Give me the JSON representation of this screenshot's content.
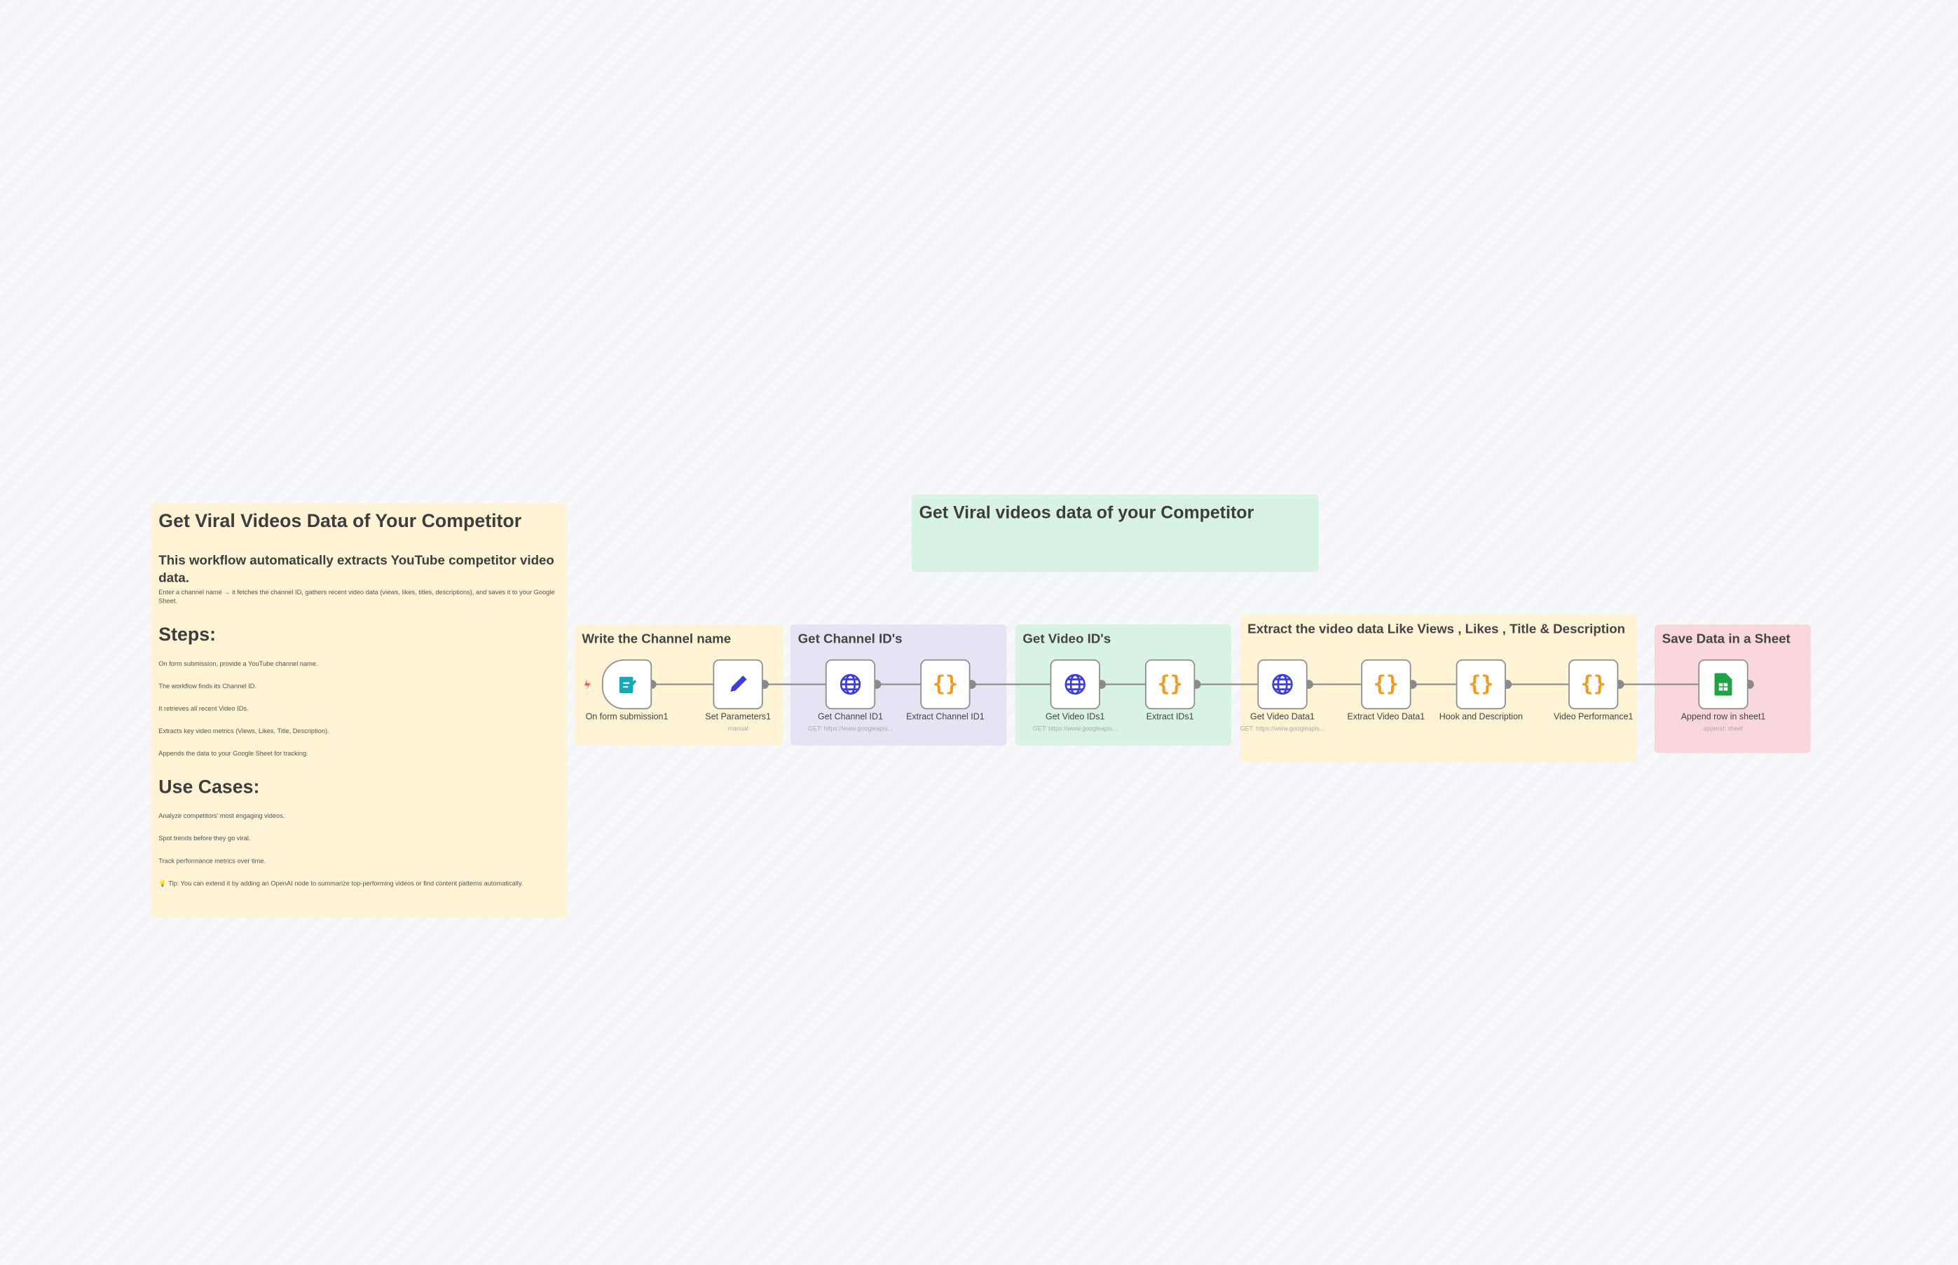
{
  "main_note": {
    "title": "Get Viral Videos Data of Your Competitor",
    "subtitle": "This workflow automatically extracts YouTube competitor video data.",
    "intro": "Enter a channel name → it fetches the channel ID, gathers recent video data (views, likes, titles, descriptions), and saves it to your Google Sheet.",
    "steps_heading": "Steps:",
    "steps": [
      "On form submission, provide a YouTube channel name.",
      "The workflow finds its Channel ID.",
      "It retrieves all recent Video IDs.",
      "Extracts key video metrics (Views, Likes, Title, Description).",
      "Appends the data to your Google Sheet for tracking."
    ],
    "use_cases_heading": "Use Cases:",
    "use_cases": [
      "Analyze competitors' most engaging videos.",
      "Spot trends before they go viral.",
      "Track performance metrics over time."
    ],
    "tip": "💡 Tip: You can extend it by adding an OpenAI node to summarize top-performing videos or find content patterns automatically."
  },
  "top_note": {
    "title": "Get Viral videos data of your Competitor"
  },
  "groups": [
    {
      "title": "Write the Channel name",
      "color": "#fff3d6"
    },
    {
      "title": "Get Channel ID's",
      "color": "#e6e4f4"
    },
    {
      "title": "Get Video ID's",
      "color": "#d8f3e4"
    },
    {
      "title": "Extract the video data Like Views , Likes , Title & Description",
      "color": "#fff3d6"
    },
    {
      "title": "Save Data in a Sheet",
      "color": "#f9d7dc"
    }
  ],
  "nodes": [
    {
      "label": "On form submission1",
      "icon": "form-icon"
    },
    {
      "label": "Set Parameters1",
      "subtitle": "manual",
      "icon": "pencil-icon"
    },
    {
      "label": "Get Channel ID1",
      "subtitle": "GET: https://www.googleapis...",
      "icon": "globe-icon"
    },
    {
      "label": "Extract Channel ID1",
      "icon": "code-braces-icon"
    },
    {
      "label": "Get Video IDs1",
      "subtitle": "GET: https://www.googleapis...",
      "icon": "globe-icon"
    },
    {
      "label": "Extract IDs1",
      "icon": "code-braces-icon"
    },
    {
      "label": "Get Video Data1",
      "subtitle": "GET: https://www.googleapis...",
      "icon": "globe-icon"
    },
    {
      "label": "Extract Video Data1",
      "icon": "code-braces-icon"
    },
    {
      "label": "Hook and Description",
      "icon": "code-braces-icon"
    },
    {
      "label": "Video Performance1",
      "icon": "code-braces-icon"
    },
    {
      "label": "Append row in sheet1",
      "subtitle": "append: sheet",
      "icon": "google-sheets-icon"
    }
  ],
  "code_icon_text": "{}",
  "colors": {
    "globe": "#3b3fd8",
    "code": "#f39a1e",
    "sheets": "#1ea345",
    "form": "#1aa7b5",
    "trigger": "#ff5a4e"
  }
}
